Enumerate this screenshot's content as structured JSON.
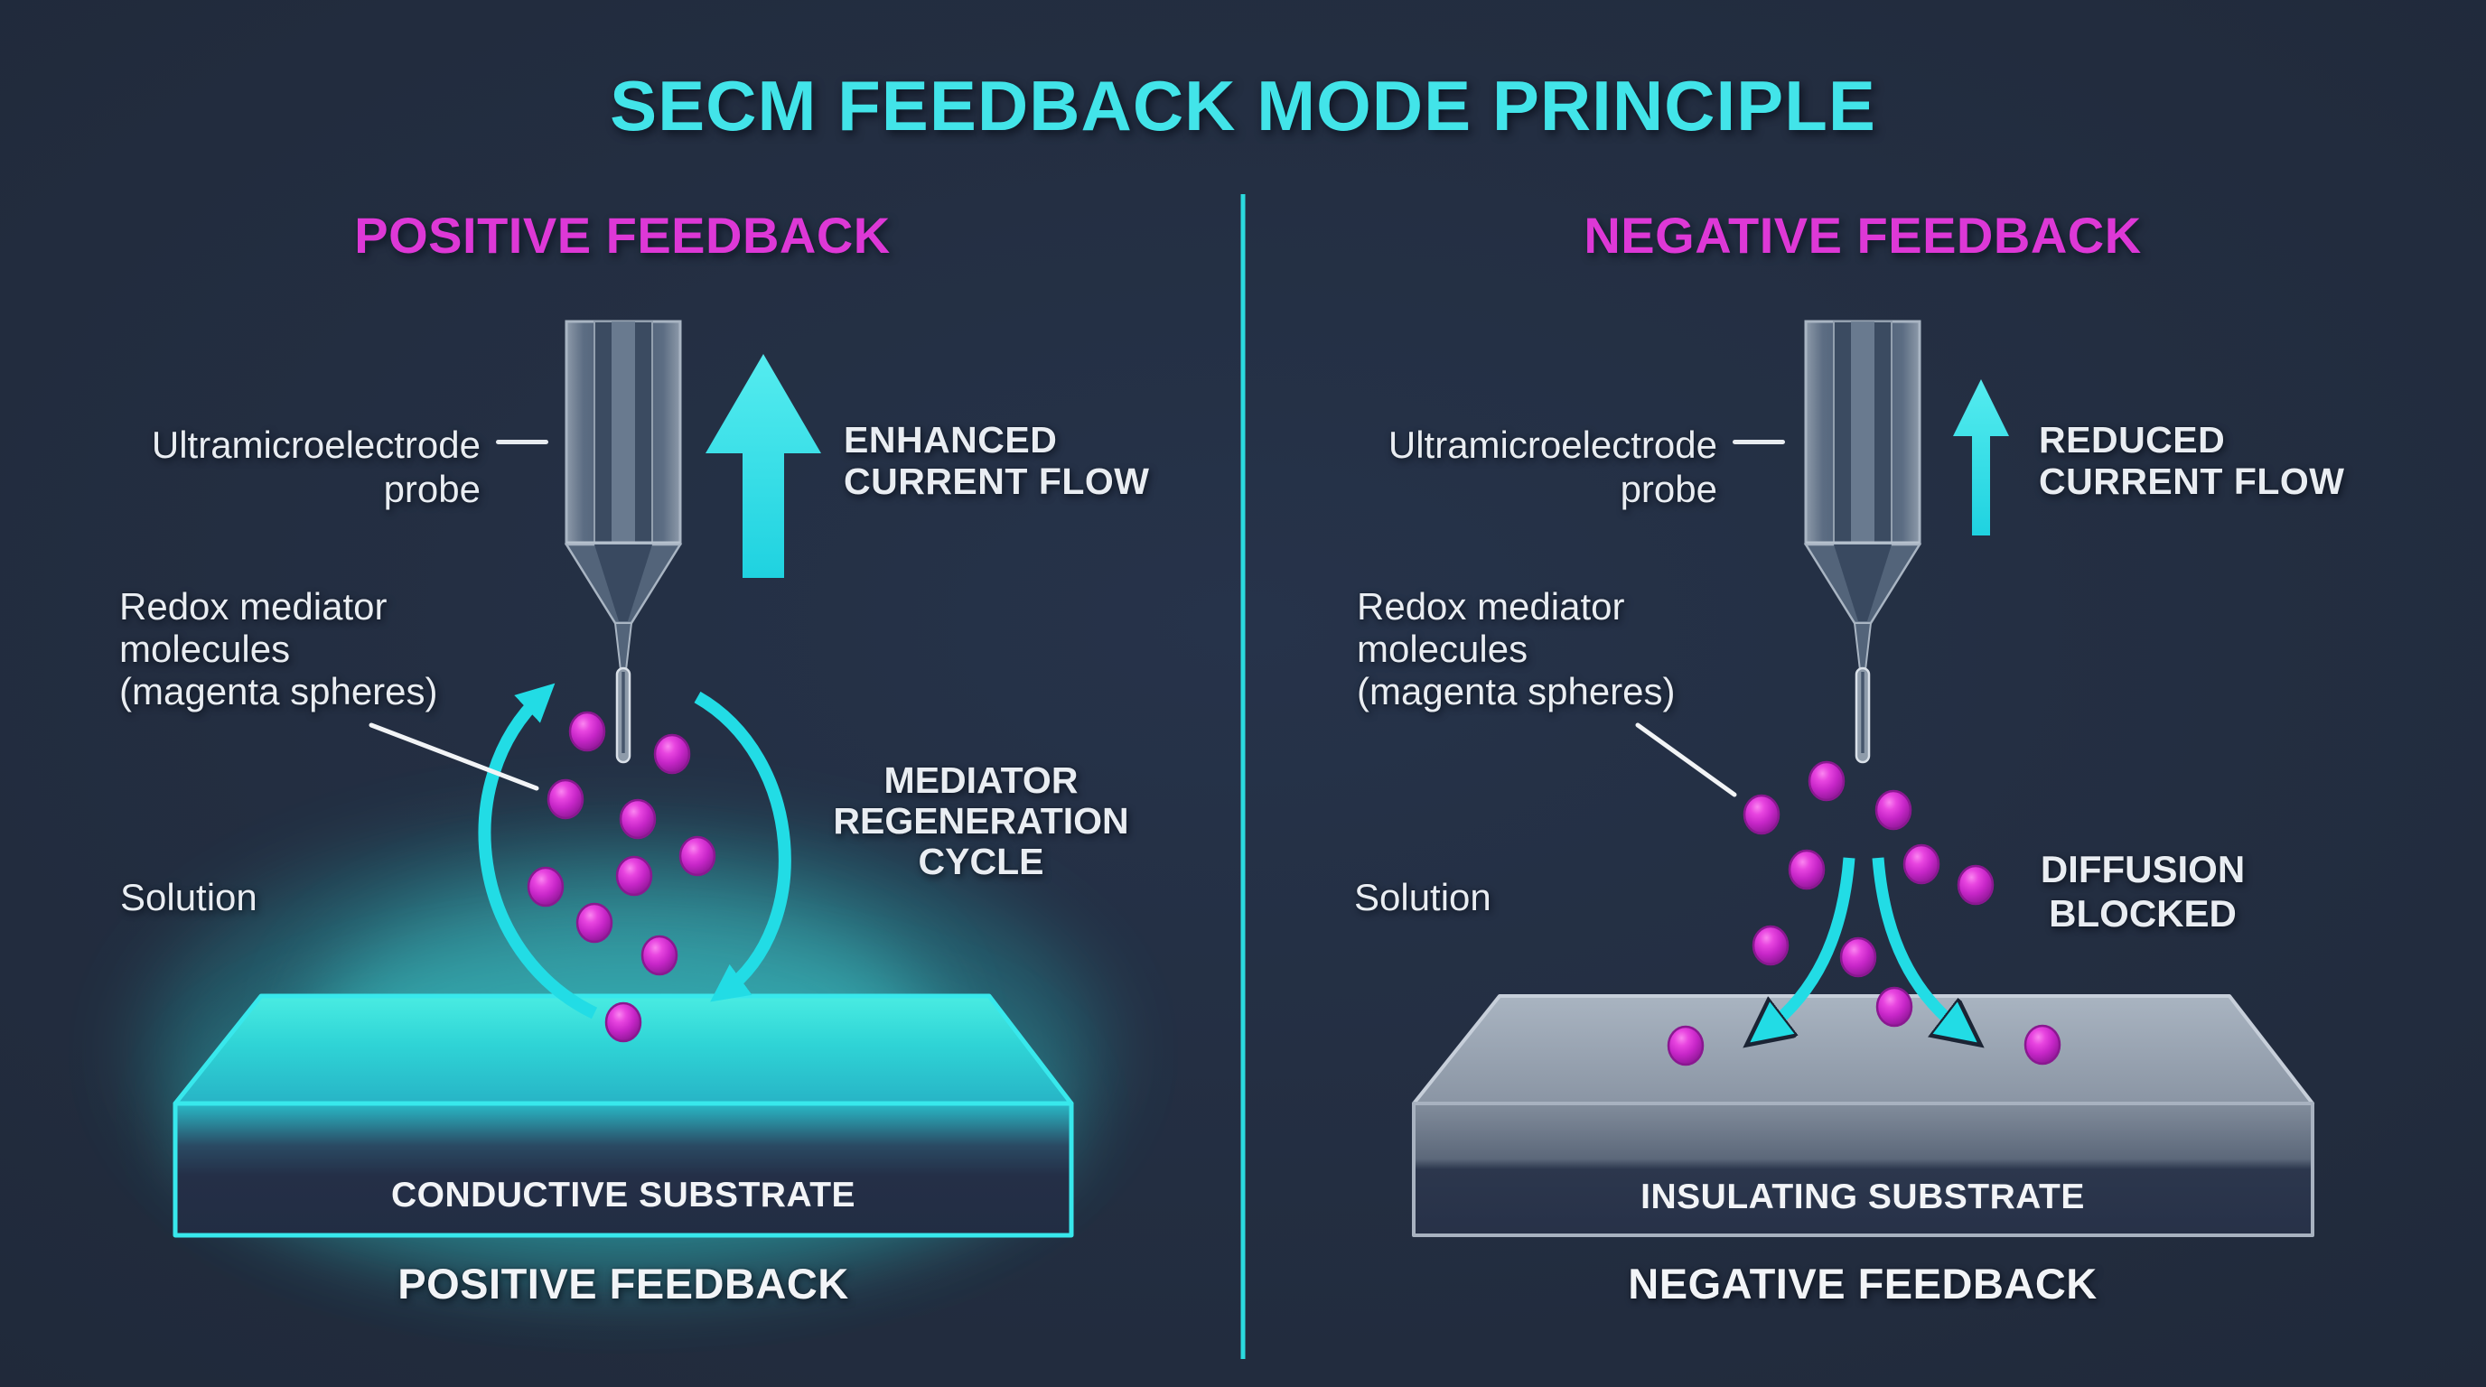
{
  "title": "SECM FEEDBACK MODE PRINCIPLE",
  "colors": {
    "background": "#222b3b",
    "cyan_accent": "#2bdce4",
    "magenta_accent": "#dd38d6",
    "white_text": "#eff2f5",
    "conductive_substrate": "#35e2dc",
    "insulating_substrate": "#9aa5b3",
    "mediator_sphere": "#c928c9",
    "probe_body": "#47586f"
  },
  "panels": {
    "positive": {
      "header": "POSITIVE FEEDBACK",
      "probe_label": {
        "line1": "Ultramicroelectrode",
        "line2": "probe"
      },
      "current_flow": {
        "line1": "ENHANCED",
        "line2": "CURRENT FLOW"
      },
      "redox_label": {
        "line1": "Redox mediator",
        "line2": "molecules",
        "line3": "(magenta spheres)"
      },
      "solution_label": "Solution",
      "cycle_label": {
        "line1": "MEDIATOR",
        "line2": "REGENERATION",
        "line3": "CYCLE"
      },
      "substrate_label": "CONDUCTIVE SUBSTRATE",
      "footer": "POSITIVE FEEDBACK",
      "spheres": [
        [
          650,
          810
        ],
        [
          744,
          835
        ],
        [
          626,
          885
        ],
        [
          706,
          907
        ],
        [
          772,
          948
        ],
        [
          702,
          970
        ],
        [
          604,
          982
        ],
        [
          658,
          1022
        ],
        [
          730,
          1058
        ],
        [
          690,
          1132
        ]
      ]
    },
    "negative": {
      "header": "NEGATIVE FEEDBACK",
      "probe_label": {
        "line1": "Ultramicroelectrode",
        "line2": "probe"
      },
      "current_flow": {
        "line1": "REDUCED",
        "line2": "CURRENT FLOW"
      },
      "redox_label": {
        "line1": "Redox mediator",
        "line2": "molecules",
        "line3": "(magenta spheres)"
      },
      "solution_label": "Solution",
      "blocked_label": {
        "line1": "DIFFUSION",
        "line2": "BLOCKED"
      },
      "substrate_label": "INSULATING SUBSTRATE",
      "footer": "NEGATIVE FEEDBACK",
      "spheres": [
        [
          2022,
          865
        ],
        [
          1950,
          902
        ],
        [
          2096,
          897
        ],
        [
          2000,
          963
        ],
        [
          2127,
          957
        ],
        [
          2187,
          980
        ],
        [
          1960,
          1047
        ],
        [
          2057,
          1060
        ],
        [
          2097,
          1115
        ],
        [
          1866,
          1158
        ],
        [
          2261,
          1157
        ]
      ]
    }
  }
}
